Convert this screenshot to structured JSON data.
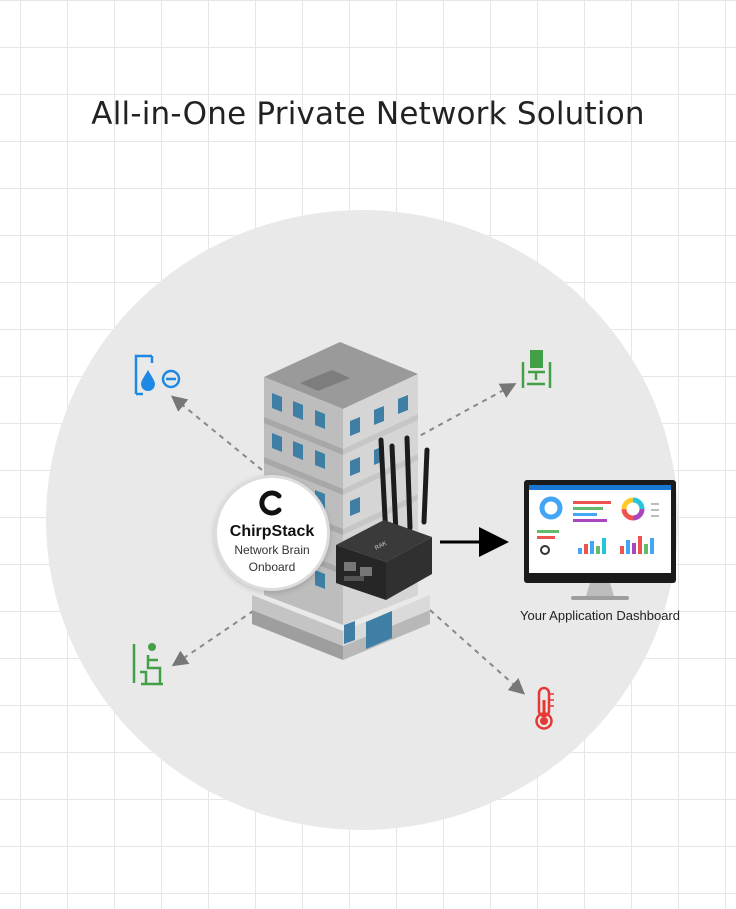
{
  "title": "All-in-One Private Network Solution",
  "badge": {
    "name": "ChirpStack",
    "subtitle_line1": "Network Brain",
    "subtitle_line2": "Onboard"
  },
  "dashboard_caption": "Your Application Dashboard",
  "icons": {
    "top_left": "water-meter-icon",
    "top_right": "office-chair-icon",
    "bottom_left": "seated-person-icon",
    "bottom_right": "thermometer-icon"
  },
  "colors": {
    "water_icon": "#1e88e5",
    "green_icon": "#43a047",
    "thermometer": "#e53935",
    "building_window": "#3f7fa6",
    "arrow": "#000000"
  }
}
